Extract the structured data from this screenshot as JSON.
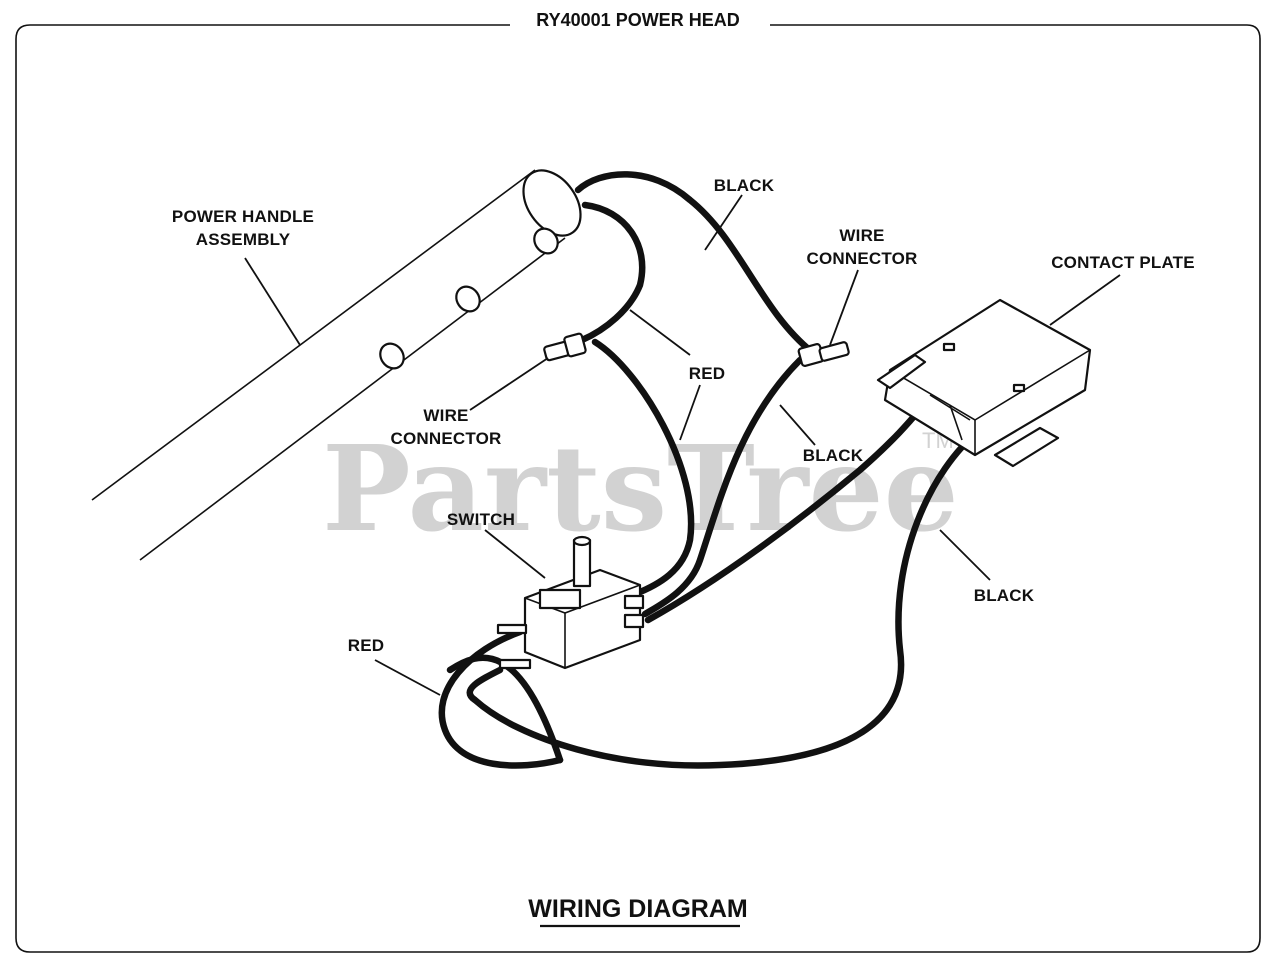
{
  "header": {
    "title": "RY40001 POWER HEAD"
  },
  "footer": {
    "title": "WIRING DIAGRAM"
  },
  "watermark": {
    "text": "PartsTree",
    "tm": "TM"
  },
  "labels": {
    "power_handle_line1": "POWER HANDLE",
    "power_handle_line2": "ASSEMBLY",
    "black_top": "BLACK",
    "wire_connector_right_line1": "WIRE",
    "wire_connector_right_line2": "CONNECTOR",
    "contact_plate": "CONTACT PLATE",
    "red_mid": "RED",
    "wire_connector_left_line1": "WIRE",
    "wire_connector_left_line2": "CONNECTOR",
    "black_mid": "BLACK",
    "switch": "SWITCH",
    "black_right": "BLACK",
    "red_left": "RED"
  }
}
